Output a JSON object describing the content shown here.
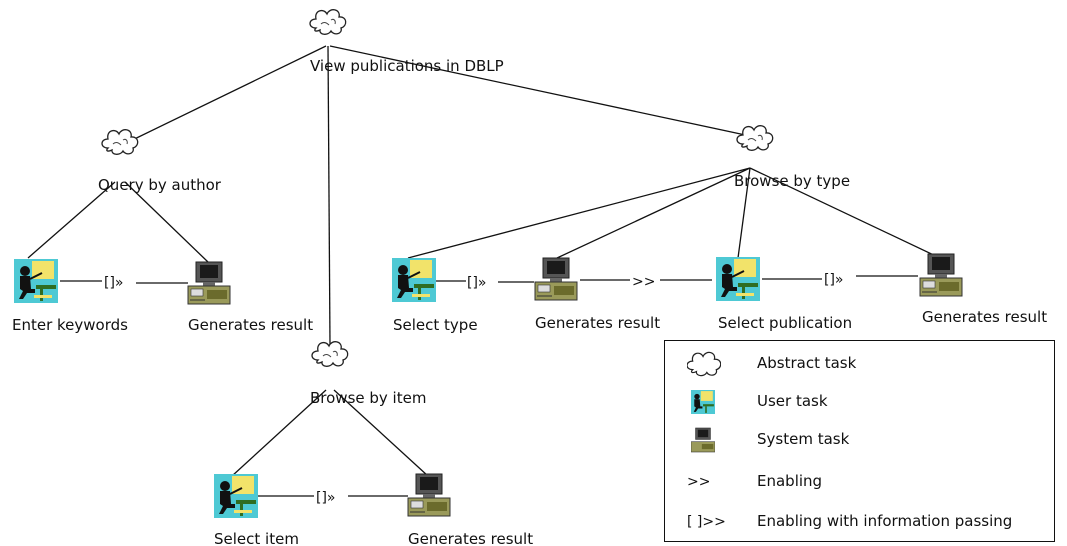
{
  "nodes": {
    "root": {
      "label": "View publications in DBLP",
      "kind": "abstract"
    },
    "query_by_author": {
      "label": "Query by author",
      "kind": "abstract"
    },
    "browse_by_type": {
      "label": "Browse by type",
      "kind": "abstract"
    },
    "browse_by_item": {
      "label": "Browse by item",
      "kind": "abstract"
    },
    "enter_keywords": {
      "label": "Enter keywords",
      "kind": "user"
    },
    "generates_result_author": {
      "label": "Generates result",
      "kind": "system"
    },
    "select_type": {
      "label": "Select type",
      "kind": "user"
    },
    "generates_result_type": {
      "label": "Generates result",
      "kind": "system"
    },
    "select_publication": {
      "label": "Select publication",
      "kind": "user"
    },
    "generates_result_publication": {
      "label": "Generates result",
      "kind": "system"
    },
    "select_item": {
      "label": "Select item",
      "kind": "user"
    },
    "generates_result_item": {
      "label": "Generates result",
      "kind": "system"
    }
  },
  "operators": {
    "info_passing": "[]»",
    "enabling": ">>"
  },
  "legend": {
    "abstract": "Abstract task",
    "user": "User task",
    "system": "System task",
    "enabling_symbol": ">>",
    "enabling": "Enabling",
    "info_symbol": "[ ]>>",
    "info": "Enabling with information passing"
  },
  "colors": {
    "user_bg": "#4ec9d4",
    "user_accent": "#f2e36a",
    "system_screen": "#1a1a1a",
    "system_base": "#8a8a3c",
    "line": "#111111"
  }
}
